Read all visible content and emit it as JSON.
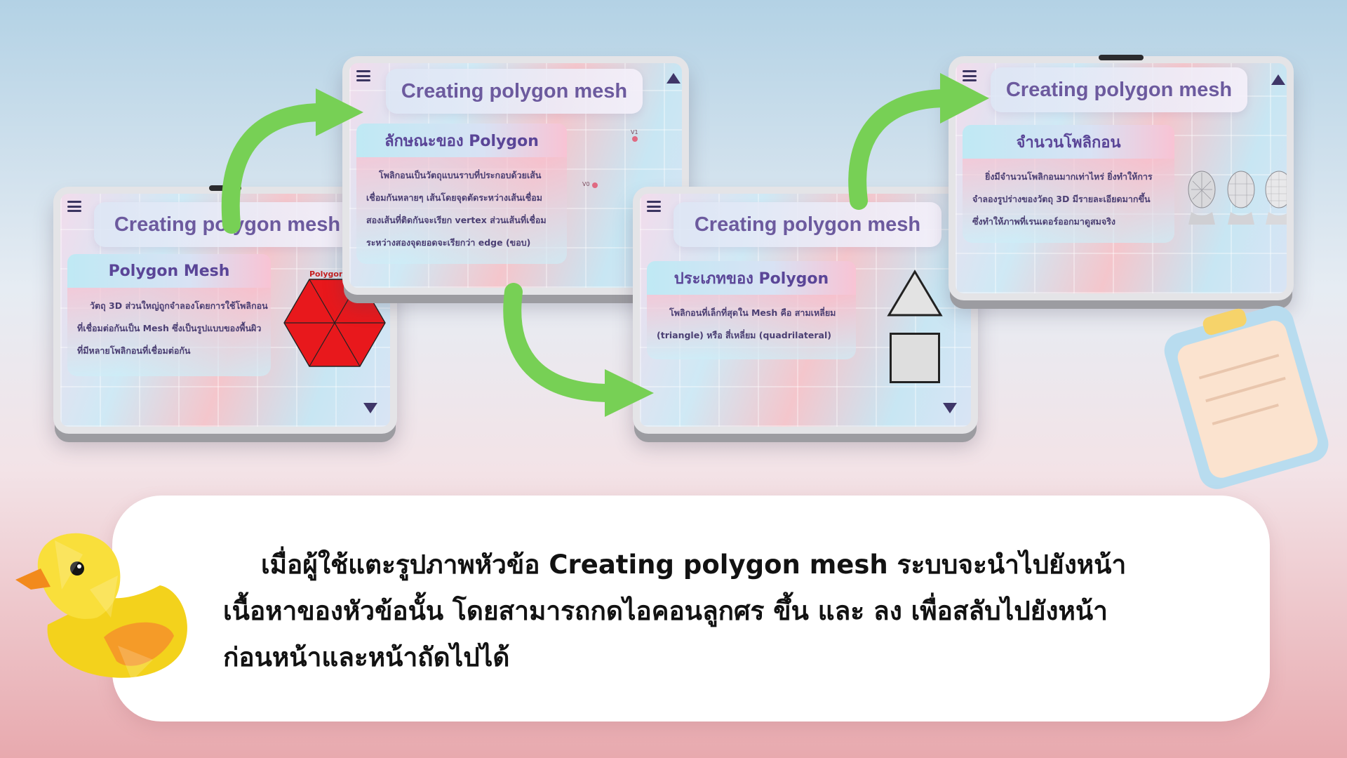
{
  "colors": {
    "title_text": "#6c5a9e",
    "subhead_text": "#5a4597",
    "arrow_green": "#77d055",
    "hexagon_red": "#e8181c"
  },
  "icons": {
    "menu": "hamburger-menu-icon",
    "up": "triangle-up-icon",
    "down": "triangle-down-icon",
    "arrow": "curved-green-arrow-icon"
  },
  "screens": {
    "polygon_mesh": {
      "title": "Creating polygon mesh",
      "heading": "Polygon Mesh",
      "lines": [
        "วัตถุ 3D ส่วนใหญ่ถูกจำลองโดยการใช้โพลิกอน",
        "ที่เชื่อมต่อกันเป็น Mesh ซึ่งเป็นรูปแบบของพื้นผิว",
        "ที่มีหลายโพลิกอนที่เชื่อมต่อกัน"
      ],
      "hexagon_label": "Polygon m"
    },
    "polygon_traits": {
      "title": "Creating polygon mesh",
      "heading": "ลักษณะของ Polygon",
      "lines": [
        "โพลิกอนเป็นวัตถุแบนราบที่ประกอบด้วยเส้น",
        "เชื่อมกันหลายๆ เส้นโดยจุดตัดระหว่างเส้นเชื่อม",
        "สองเส้นที่ติดกันจะเรียก vertex ส่วนเส้นที่เชื่อม",
        "ระหว่างสองจุดยอดจะเรียกว่า edge (ขอบ)"
      ],
      "v1": "V1",
      "v0": "V0"
    },
    "polygon_types": {
      "title": "Creating polygon mesh",
      "heading": "ประเภทของ Polygon",
      "lines": [
        "โพลิกอนที่เล็กที่สุดใน Mesh คือ สามเหลี่ยม",
        "(triangle) หรือ สี่เหลี่ยม (quadrilateral)"
      ]
    },
    "polygon_count": {
      "title": "Creating polygon mesh",
      "heading": "จำนวนโพลิกอน",
      "lines": [
        "ยิ่งมีจำนวนโพลิกอนมากเท่าไหร่ ยิ่งทำให้การ",
        "จำลองรูปร่างของวัตถุ 3D มีรายละเอียดมากขึ้น",
        "ซึ่งทำให้ภาพที่เรนเดอร์ออกมาดูสมจริง"
      ]
    }
  },
  "caption": {
    "line1": "เมื่อผู้ใช้แตะรูปภาพหัวข้อ Creating polygon mesh ระบบจะนำไปยังหน้า",
    "line2": "เนื้อหาของหัวข้อนั้น โดยสามารถกดไอคอนลูกศร ขึ้น และ ลง เพื่อสลับไปยังหน้า",
    "line3": "ก่อนหน้าและหน้าถัดไปได้"
  }
}
